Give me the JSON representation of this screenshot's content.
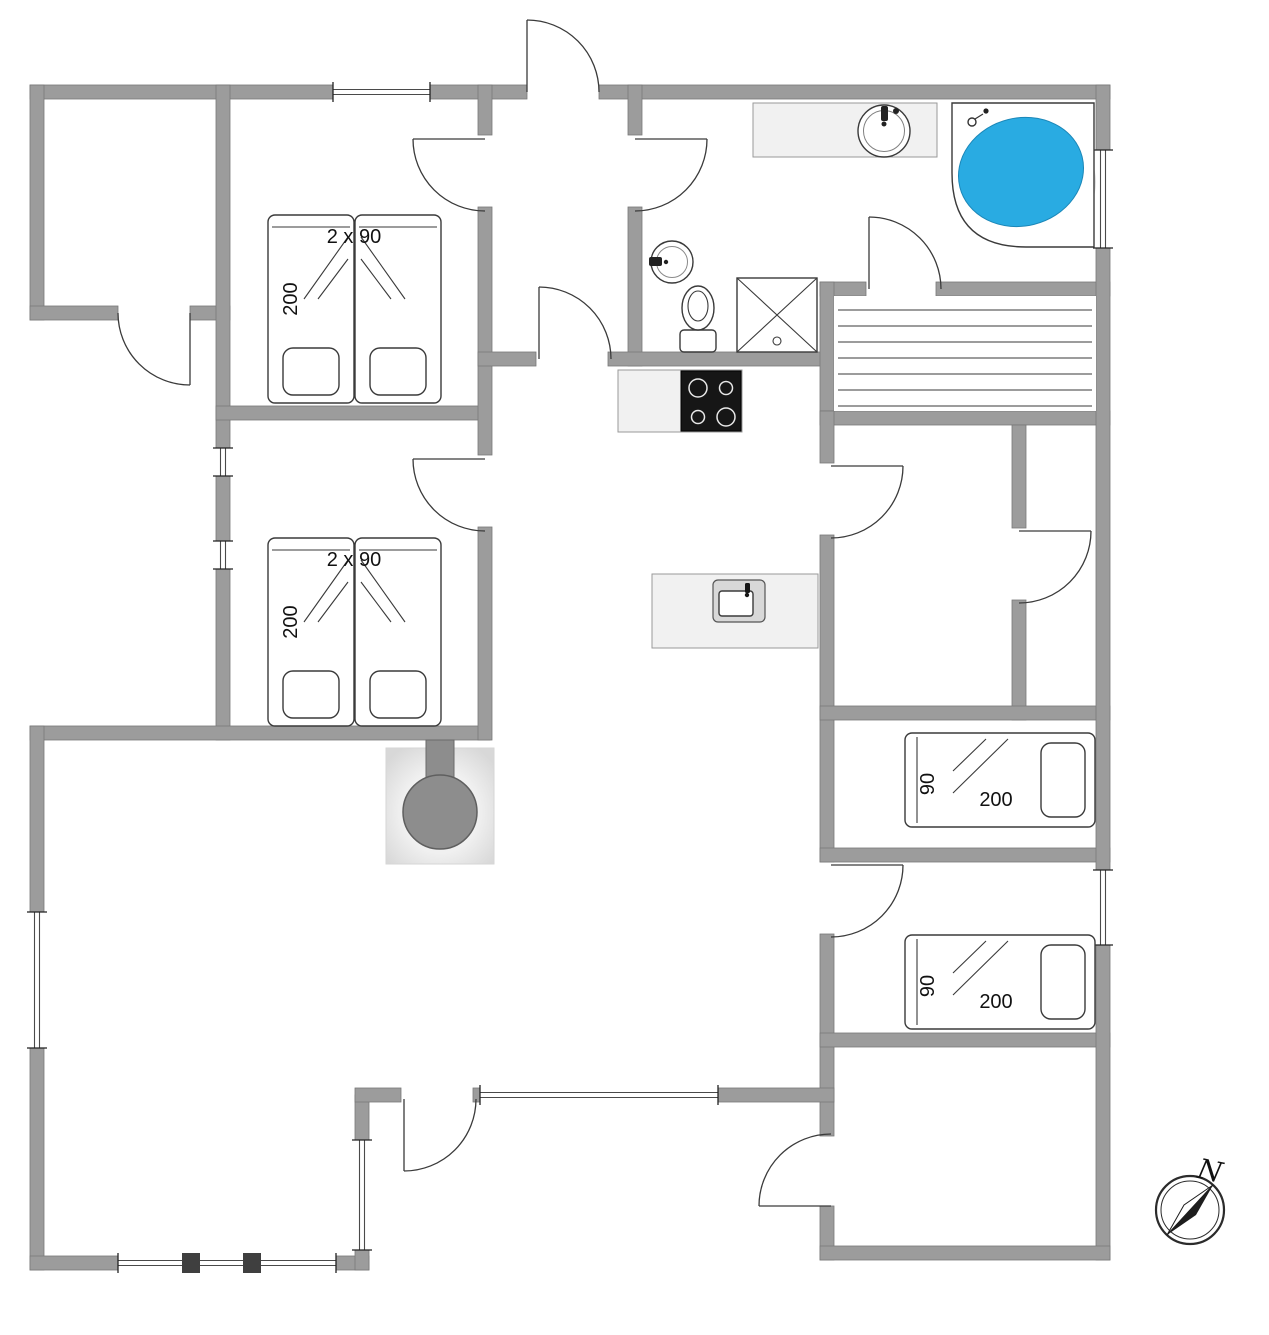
{
  "colors": {
    "wall": "#9c9c9c",
    "water": "#29abe2",
    "line": "#3a3a3a",
    "counter": "#f1f1f1",
    "fireplace": "#8d8d8d"
  },
  "beds": {
    "double_top": {
      "size": "2 x 90",
      "length": "200"
    },
    "double_mid": {
      "size": "2 x 90",
      "length": "200"
    },
    "single_upper": {
      "width": "90",
      "length": "200"
    },
    "single_lower": {
      "width": "90",
      "length": "200"
    }
  },
  "compass": {
    "north": "N"
  }
}
